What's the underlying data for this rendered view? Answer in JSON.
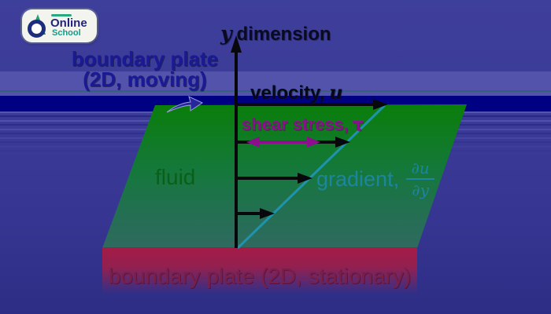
{
  "logo": {
    "title": "Online",
    "subtitle": "School"
  },
  "diagram": {
    "y_axis_label": {
      "symbol": "y",
      "text": "dimension"
    },
    "moving_plate": {
      "line1": "boundary plate",
      "line2": "(2D, moving)"
    },
    "velocity": {
      "text": "velocity,",
      "symbol": "u"
    },
    "shear_stress": {
      "text": "shear stress,",
      "symbol": "τ"
    },
    "gradient": {
      "text": "gradient,",
      "numerator": "∂u",
      "denominator": "∂y"
    },
    "fluid_label": "fluid",
    "stationary_plate": "boundary plate (2D, stationary)"
  },
  "colors": {
    "background_blue": "#3b3b97",
    "moving_plate_band": "#5353ab",
    "plate_edge_navy": "#000082",
    "fluid_green_top": "#0a7e0a",
    "fluid_green_bottom": "#2f6a5f",
    "stationary_plate_crimson": "#a51b47",
    "velocity_profile_teal": "#1f93ad",
    "shear_stress_purple": "#8d0f8d",
    "label_navy": "#1a1a94",
    "stationary_text_red": "#7a2048"
  }
}
